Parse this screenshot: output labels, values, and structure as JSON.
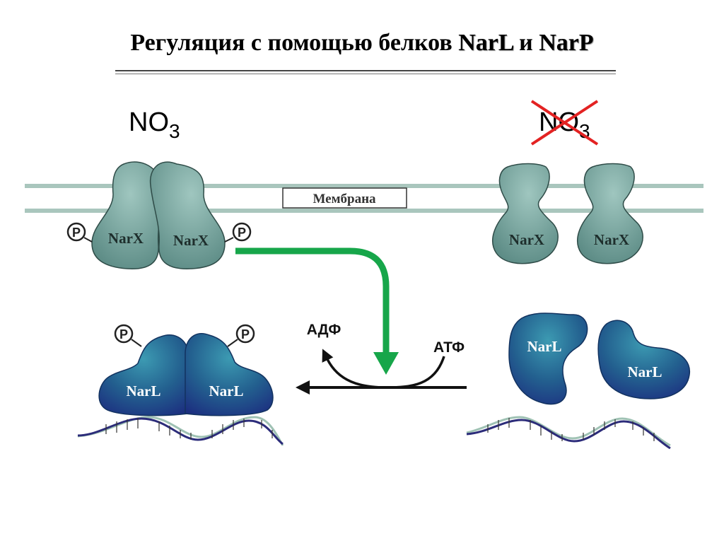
{
  "title": {
    "prefix": "Регуляция с помощью белков ",
    "protein_a": "NarL",
    "conjunction": " и ",
    "protein_b": "NarP"
  },
  "diagram": {
    "membrane_label": "Мембрана",
    "nitrate_present": {
      "base": "NO",
      "subscript": "3"
    },
    "nitrate_absent": {
      "base": "NO",
      "subscript": "3",
      "crossed_out": true
    },
    "sensor_kinase_label": "NarX",
    "response_regulator_label": "NarL",
    "phosphate_label": "P",
    "reaction": {
      "product": "АДФ",
      "substrate": "АТФ"
    },
    "colors": {
      "membrane": "#a9c6bd",
      "narx": "#6f9c95",
      "narl": "#2a6a9a",
      "arrow_green": "#17a64a",
      "cross_red": "#e32222",
      "dna_dark": "#2c2c7a",
      "dna_light": "#9fc2b4"
    }
  }
}
